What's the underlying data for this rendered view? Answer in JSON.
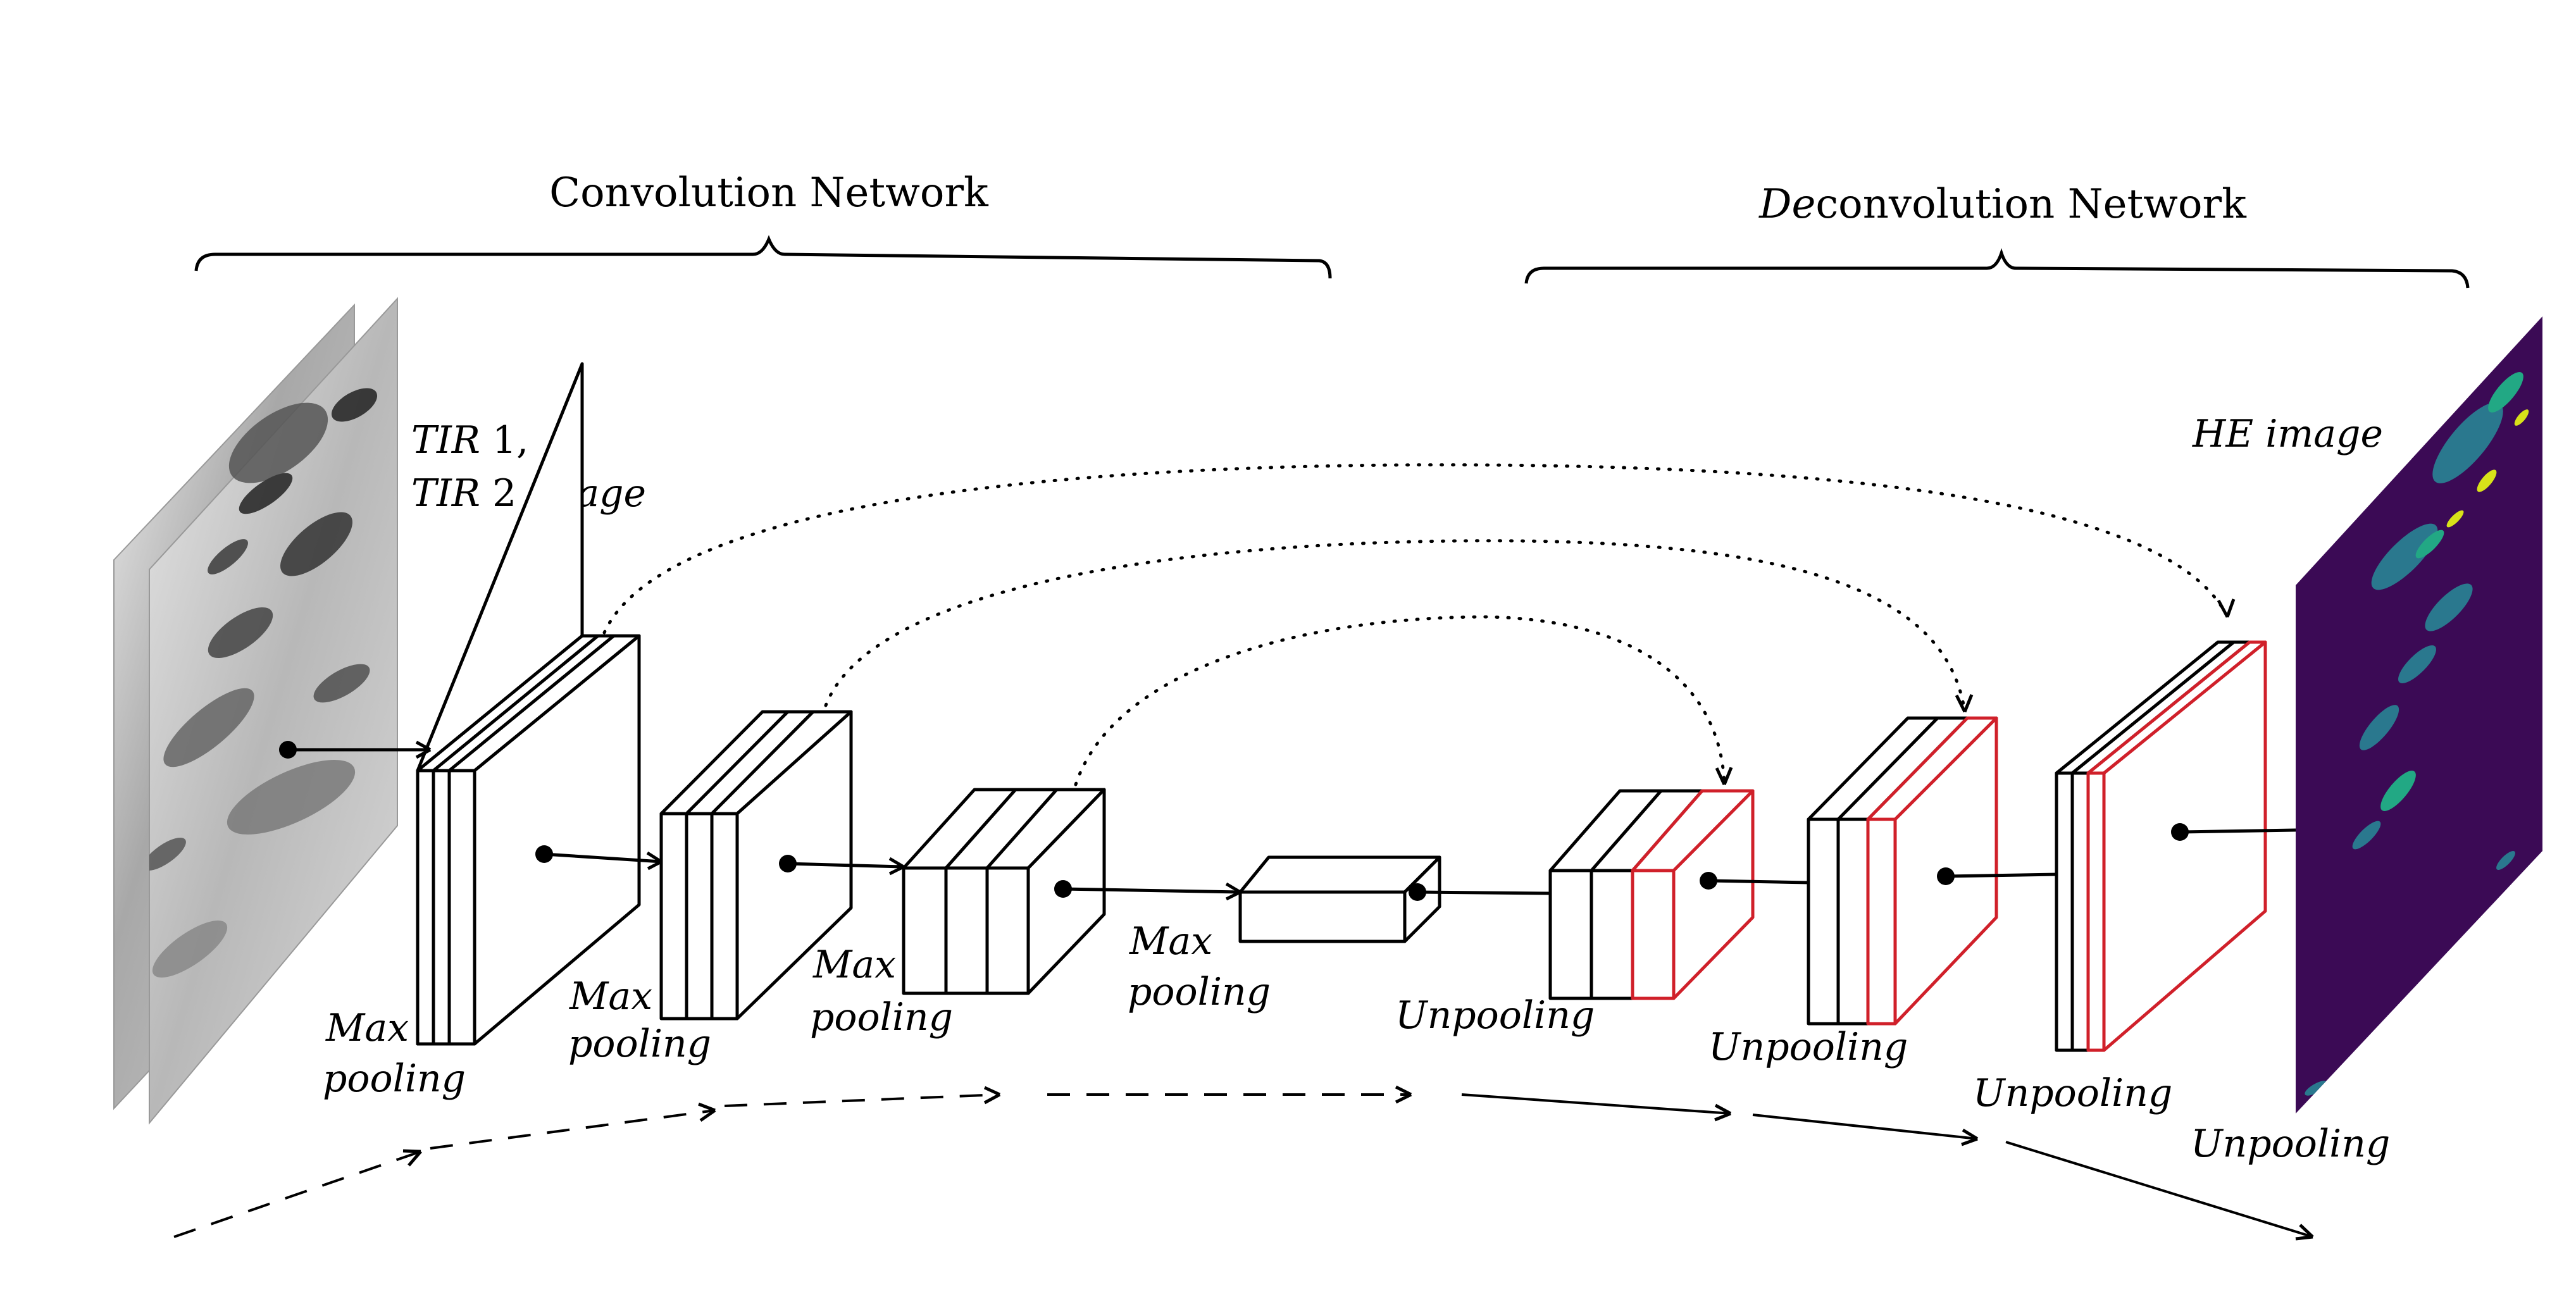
{
  "titles": {
    "conv_title": "Convolution Network",
    "deconv_title_prefix": "De",
    "deconv_title_rest": "convolution Network"
  },
  "input": {
    "label_line1_italic": "TIR",
    "label_line1_rest": " 1,",
    "label_line2_italic": "TIR",
    "label_line2_mid": " 2 ",
    "label_line2_italic2": "image"
  },
  "output": {
    "label": "HE image"
  },
  "encoder_labels": [
    {
      "line1": "Max",
      "line2": "pooling"
    },
    {
      "line1": "Max",
      "line2": "pooling"
    },
    {
      "line1": "Max",
      "line2": "pooling"
    },
    {
      "line1": "Max",
      "line2": "pooling"
    }
  ],
  "decoder_labels": [
    "Unpooling",
    "Unpooling",
    "Unpooling",
    "Unpooling"
  ],
  "colors": {
    "stroke": "#000000",
    "decoder_highlight": "#d0202a",
    "heatmap_background": "#3b0a55",
    "heatmap_low": "#2a788e",
    "heatmap_mid": "#22a884",
    "heatmap_high": "#d8e219"
  }
}
